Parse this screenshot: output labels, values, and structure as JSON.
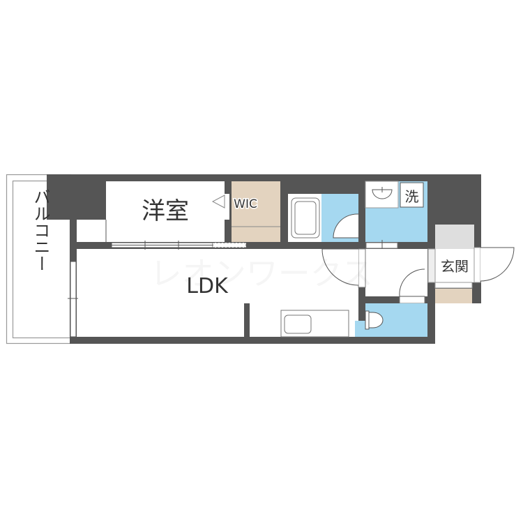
{
  "floorplan": {
    "rooms": {
      "western_room": "洋室",
      "wic": "WIC",
      "ldk": "LDK",
      "balcony": "バルコニー",
      "washing": "洗",
      "entrance": "玄関"
    },
    "watermark": "レオンワークス",
    "colors": {
      "wall": "#555555",
      "wet_area": "#a5d8f0",
      "storage": "#e3d3bf",
      "entrance_floor": "#dedede",
      "outline": "#888888"
    }
  }
}
